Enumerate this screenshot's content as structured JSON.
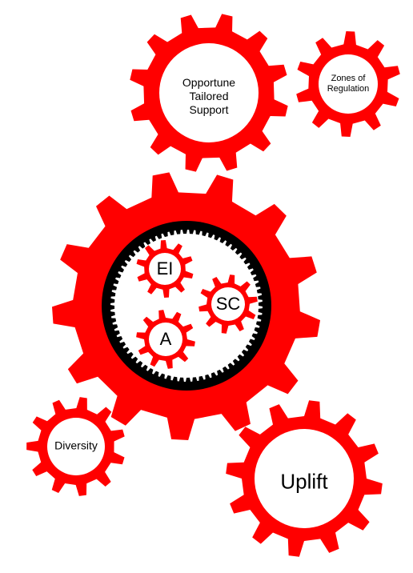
{
  "colors": {
    "gear": "#ff0000",
    "hub": "#ffffff",
    "ring": "#000000",
    "text": "#000000"
  },
  "gears": {
    "opportune": {
      "label": "Opportune\nTailored\nSupport"
    },
    "zones": {
      "label": "Zones of\nRegulation"
    },
    "main": {
      "label": ""
    },
    "ei": {
      "label": "EI"
    },
    "sc": {
      "label": "SC"
    },
    "a": {
      "label": "A"
    },
    "diversity": {
      "label": "Diversity"
    },
    "uplift": {
      "label": "Uplift"
    }
  }
}
